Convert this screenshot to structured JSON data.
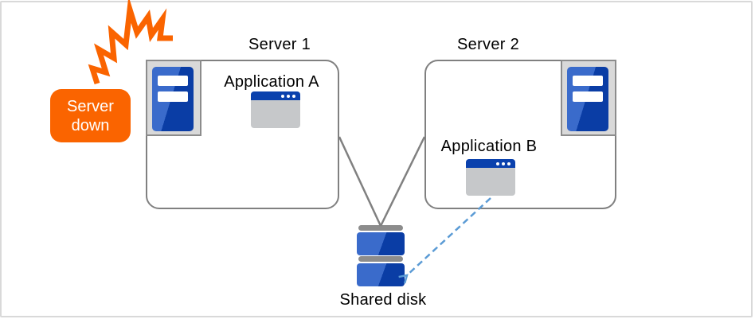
{
  "badge": {
    "line1": "Server",
    "line2": "down"
  },
  "server1": {
    "title": "Server 1",
    "app_label": "Application A"
  },
  "server2": {
    "title": "Server 2",
    "app_label": "Application B"
  },
  "shared_disk": {
    "label": "Shared disk"
  },
  "icons": {
    "explosion": "explosion-burst-icon",
    "server": "server-tower-icon",
    "application": "app-window-icon",
    "disk": "stacked-disk-icon",
    "arrow": "dashed-access-arrow-icon"
  },
  "colors": {
    "accent_orange": "#fa6400",
    "blue_light": "#3a6bcb",
    "blue_dark": "#0a3da5",
    "titlebar_blue": "#0a41ad",
    "line_gray": "#808080",
    "frame_gray": "#d9d9d9",
    "frame_border_gray": "#8c8c8c",
    "app_body_gray": "#c6c8ca",
    "disk_bar_gray": "#8c8c8c",
    "arrow_blue": "#5b9bd5",
    "canvas_border": "#d9d9d9",
    "text": "#000000"
  }
}
